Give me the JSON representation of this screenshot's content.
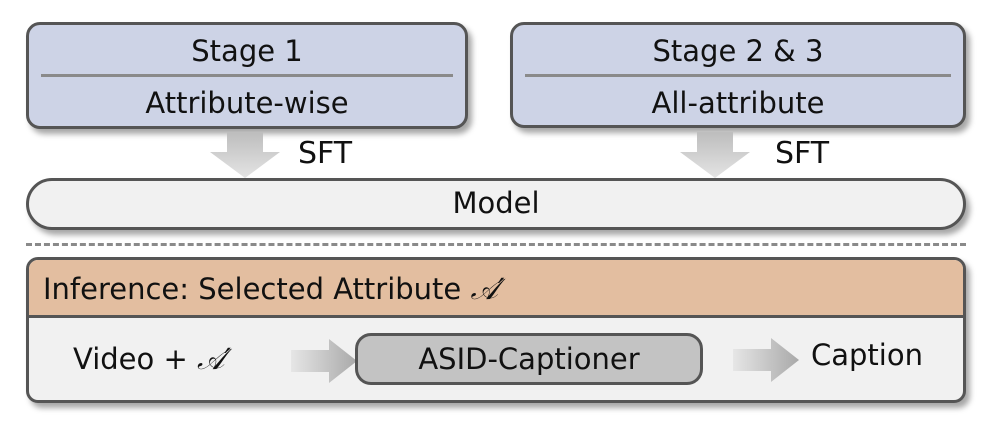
{
  "stages": [
    {
      "title": "Stage 1",
      "subtitle": "Attribute-wise",
      "arrow_label": "SFT"
    },
    {
      "title": "Stage 2 & 3",
      "subtitle": "All-attribute",
      "arrow_label": "SFT"
    }
  ],
  "model": {
    "label": "Model"
  },
  "inference": {
    "header_prefix": "Inference: Selected Attribute",
    "attribute_symbol": "𝒜′",
    "input_prefix": "Video +",
    "input_symbol": "𝒜′",
    "captioner_label": "ASID-Captioner",
    "output_label": "Caption"
  },
  "colors": {
    "stage_fill": "#cdd3e6",
    "inference_header_fill": "#e3bea0",
    "panel_fill": "#f1f1f1",
    "captioner_fill": "#c3c3c3",
    "border": "#555555"
  }
}
